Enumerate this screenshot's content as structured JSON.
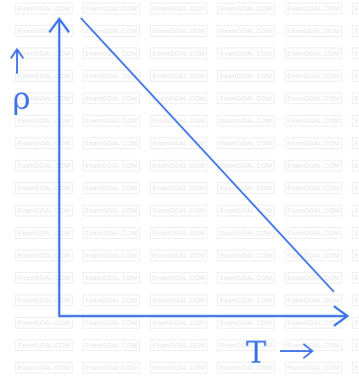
{
  "diagram": {
    "y_axis_symbol": "ρ",
    "x_axis_symbol": "T",
    "y_arrow_glyph": "↑",
    "x_arrow_glyph": "→",
    "line_color": "#3f74e6",
    "background_color": "#ffffff"
  },
  "watermark": {
    "text": "ExamGOAL.COM",
    "color": "#e2e2e2"
  }
}
